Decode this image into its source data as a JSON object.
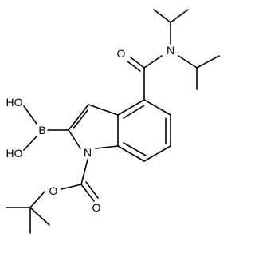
{
  "atoms": {
    "o_amide": "O",
    "n_amide": "N",
    "n_indole": "N",
    "boron": "B",
    "oh_top": "HO",
    "oh_bottom": "HO",
    "o_ester": "O",
    "o_carbonyl": "O"
  }
}
